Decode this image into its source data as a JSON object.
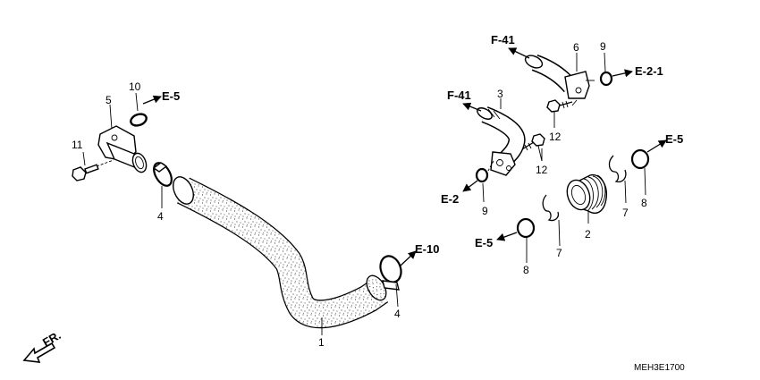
{
  "diagram_code": "MEH3E1700",
  "front_arrow_label": "FR.",
  "part_numbers": {
    "p1": "1",
    "p2": "2",
    "p3": "3",
    "p4a": "4",
    "p4b": "4",
    "p5": "5",
    "p6": "6",
    "p7a": "7",
    "p7b": "7",
    "p8a": "8",
    "p8b": "8",
    "p9a": "9",
    "p9b": "9",
    "p10": "10",
    "p11": "11",
    "p12a": "12",
    "p12b": "12"
  },
  "section_refs": {
    "e5_top": "E-5",
    "e10": "E-10",
    "f41_top": "F-41",
    "e21": "E-2-1",
    "f41_mid": "F-41",
    "e2": "E-2",
    "e5_right": "E-5",
    "e5_low": "E-5"
  }
}
